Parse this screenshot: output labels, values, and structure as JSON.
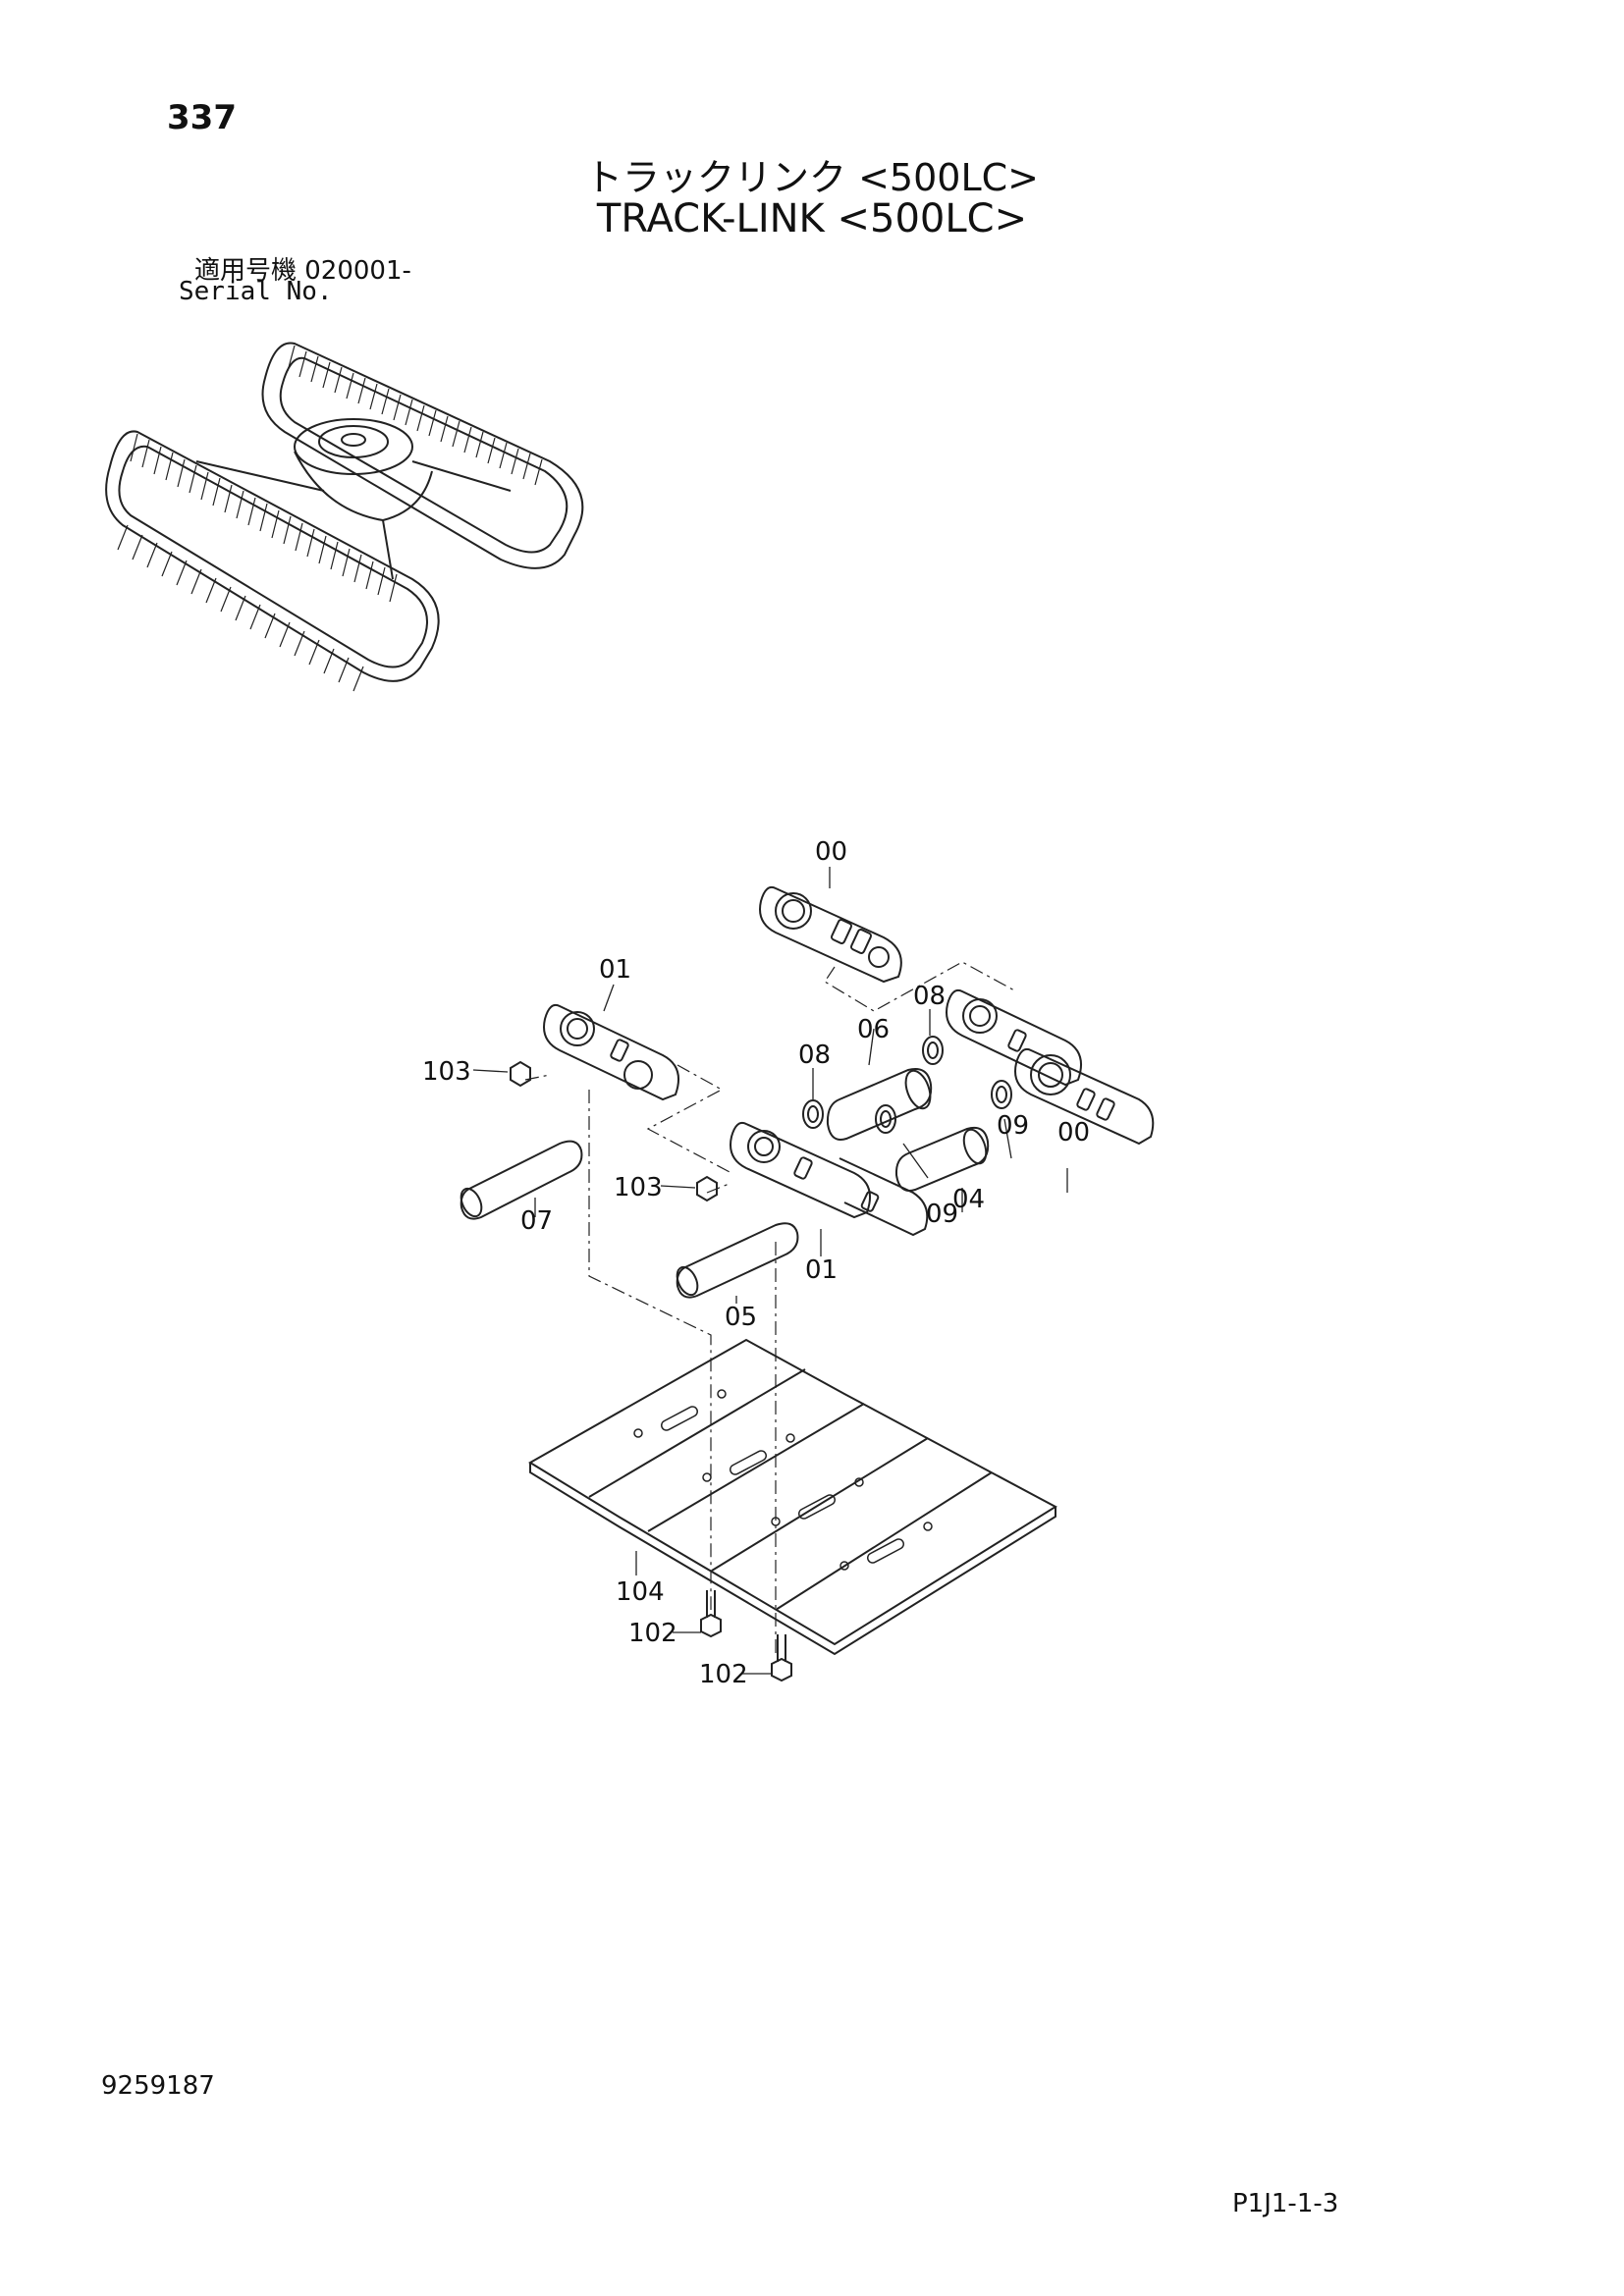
{
  "page_number": "337",
  "title_jp": "トラックリンク <500LC>",
  "title_en": "TRACK-LINK <500LC>",
  "serial_label_jp": "適用号機  020001-",
  "serial_label_en": "Serial No.",
  "doc_number": "9259187",
  "page_code": "P1J1-1-3",
  "callouts": {
    "c00_top": "00",
    "c01_left": "01",
    "c103_upper": "103",
    "c07": "07",
    "c08_upper": "08",
    "c06": "06",
    "c08_left": "08",
    "c103_lower": "103",
    "c09_mid": "09",
    "c04": "04",
    "c09_right": "09",
    "c00_right": "00",
    "c01_lower": "01",
    "c05": "05",
    "c104": "104",
    "c102_upper": "102",
    "c102_lower": "102"
  }
}
